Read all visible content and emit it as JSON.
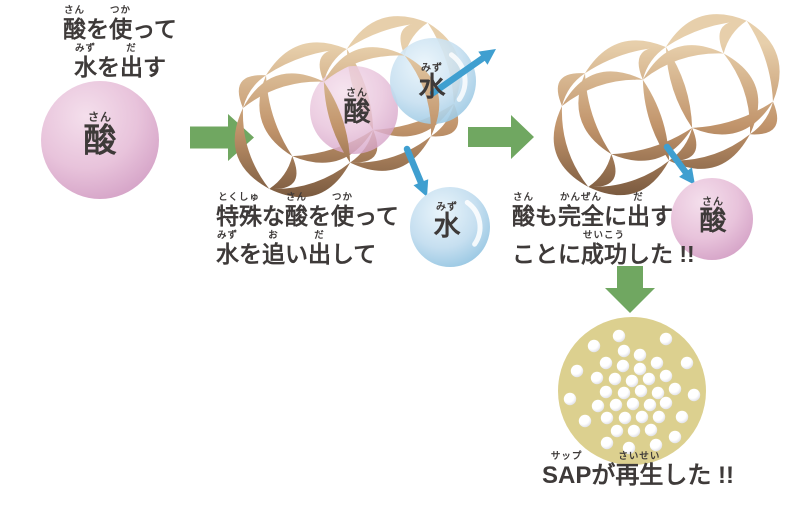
{
  "palette": {
    "text": "#3e3a39",
    "green_arrow": "#70a761",
    "blue_arrow": "#3f9fd0",
    "wood_light": "#e7cfab",
    "wood_mid": "#c1946b",
    "wood_dark": "#6d4f37",
    "pink_light": "#f4dfec",
    "pink_mid": "#e8c3db",
    "pink_dark": "#d29ec4",
    "blue_light": "#eaf5fb",
    "blue_mid": "#c6dff0",
    "blue_dark": "#8ec2e0",
    "sap_yellow": "#dcd08f",
    "dot_shade": "#d5d6df"
  },
  "step1": {
    "caption_line1": [
      [
        "酸",
        "さん"
      ],
      [
        "を"
      ],
      [
        "使",
        "つか"
      ],
      [
        "って"
      ]
    ],
    "caption_line2": [
      [
        "水",
        "みず"
      ],
      [
        "を"
      ],
      [
        "出",
        "だ"
      ],
      [
        "す"
      ]
    ],
    "acid_label": [
      [
        "酸",
        "さん"
      ]
    ]
  },
  "step2": {
    "caption_line1": [
      [
        "特殊",
        "とくしゅ"
      ],
      [
        "な"
      ],
      [
        "酸",
        "さん"
      ],
      [
        "を"
      ],
      [
        "使",
        "つか"
      ],
      [
        "って"
      ]
    ],
    "caption_line2": [
      [
        "水",
        "みず"
      ],
      [
        "を"
      ],
      [
        "追",
        "お"
      ],
      [
        "い"
      ],
      [
        "出",
        "だ"
      ],
      [
        "して"
      ]
    ],
    "acid_in_lattice_label": [
      [
        "酸",
        "さん"
      ]
    ],
    "water_in_lattice_label": [
      [
        "水",
        "みず"
      ]
    ],
    "released_water_label": [
      [
        "水",
        "みず"
      ]
    ]
  },
  "step3": {
    "caption_line1": [
      [
        "酸",
        "さん"
      ],
      [
        "も"
      ],
      [
        "完全",
        "かんぜん"
      ],
      [
        "に"
      ],
      [
        "出",
        "だ"
      ],
      [
        "す"
      ]
    ],
    "caption_line2": [
      [
        "ことに"
      ],
      [
        "成功",
        "せいこう"
      ],
      [
        "した !!"
      ]
    ],
    "released_acid_label": [
      [
        "酸",
        "さん"
      ]
    ]
  },
  "step4": {
    "caption_line1": [
      [
        "SAP",
        "サップ"
      ],
      [
        " が"
      ],
      [
        "再生",
        "さいせい"
      ],
      [
        "した !!"
      ]
    ]
  }
}
